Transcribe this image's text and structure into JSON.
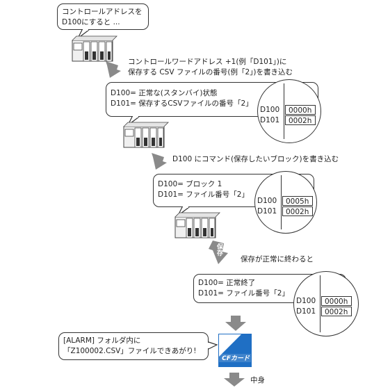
{
  "steps": {
    "intro": {
      "line1": "コントロールアドレスを",
      "line2": "D100にすると ..."
    },
    "step1": {
      "note_line1": "コントロールワードアドレス +1(例「D101」)に",
      "note_line2": "保存する CSV ファイルの番号(例「2」)を書き込む",
      "bubble_line1": "D100= 正常な(スタンバイ)状態",
      "bubble_line2": "D101= 保存するCSVファイルの番号「2」",
      "reg1_label": "D100",
      "reg1_value": "0000h",
      "reg2_label": "D101",
      "reg2_value": "0002h"
    },
    "step2": {
      "note": "D100 にコマンド(保存したいブロック)を書き込む",
      "bubble_line1": "D100= ブロック 1",
      "bubble_line2": "D101= ファイル番号「2」",
      "reg1_label": "D100",
      "reg1_value": "0005h",
      "reg2_label": "D101",
      "reg2_value": "0002h"
    },
    "step3": {
      "badge": "保存",
      "note": "保存が正常に終わると",
      "bubble_line1": "D100= 正常終了",
      "bubble_line2": "D101= ファイル番号「2」",
      "reg1_label": "D100",
      "reg1_value": "0000h",
      "reg2_label": "D101",
      "reg2_value": "0002h"
    },
    "result": {
      "bubble_line1": "[ALARM] フォルダ内に",
      "bubble_line2": "「Z100002.CSV」ファイルできあがり!",
      "card_label": "CFカード",
      "final_note": "中身"
    }
  },
  "colors": {
    "arrow": "#8a8a8a",
    "card_blue": "#1f6fc4",
    "plc_body": "#f2f2f2",
    "plc_dark": "#555555"
  },
  "icons": [
    "plc-icon",
    "down-arrow-icon",
    "cf-card-icon"
  ]
}
